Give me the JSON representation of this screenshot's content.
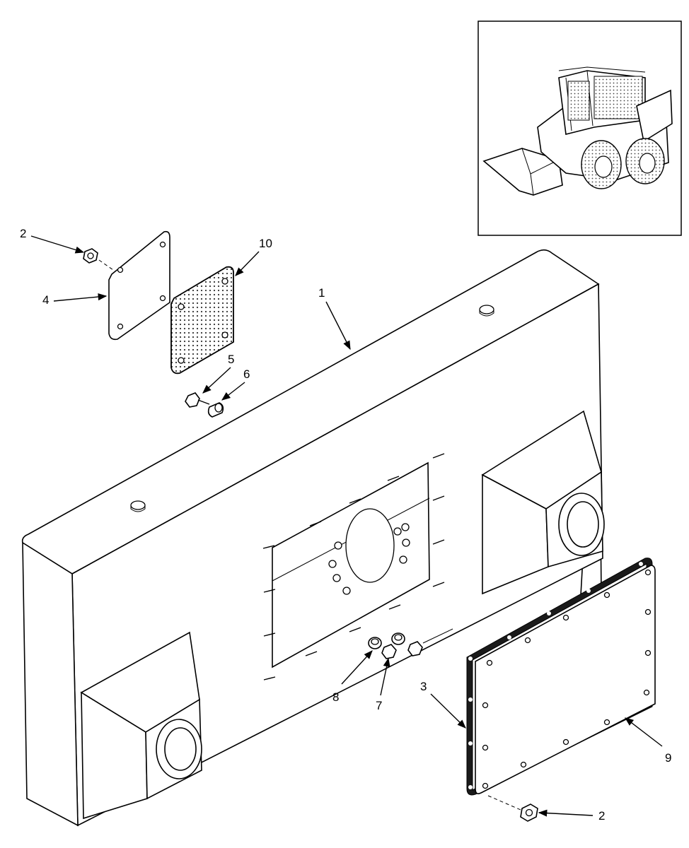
{
  "diagram": {
    "callouts": {
      "c1": "1",
      "c2_top": "2",
      "c2_bottom": "2",
      "c3": "3",
      "c4": "4",
      "c5": "5",
      "c6": "6",
      "c7": "7",
      "c8": "8",
      "c9": "9",
      "c10": "10"
    },
    "inset": "skid steer loader location view"
  }
}
